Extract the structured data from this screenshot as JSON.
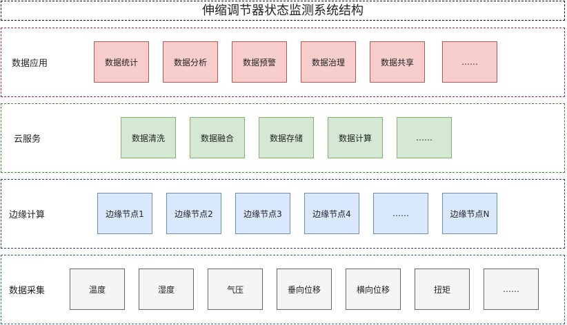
{
  "title": "伸缩调节器状态监测系统结构",
  "layers": [
    {
      "label": "数据应用",
      "items": [
        "数据统计",
        "数据分析",
        "数据预警",
        "数据治理",
        "数据共享",
        "……"
      ]
    },
    {
      "label": "云服务",
      "items": [
        "数据清洗",
        "数据融合",
        "数据存储",
        "数据计算",
        "……"
      ]
    },
    {
      "label": "边缘计算",
      "items": [
        "边缘节点1",
        "边缘节点2",
        "边缘节点3",
        "边缘节点4",
        "……",
        "边缘节点N"
      ]
    },
    {
      "label": "数据采集",
      "items": [
        "温度",
        "湿度",
        "气压",
        "垂向位移",
        "横向位移",
        "扭矩",
        "……"
      ]
    }
  ],
  "colors": {
    "app_fill": "#f8cecc",
    "app_stroke": "#b85450",
    "cloud_fill": "#d5e8d4",
    "cloud_stroke": "#82b366",
    "edge_fill": "#dae8fc",
    "edge_stroke": "#6c8ebf",
    "collect_fill": "#f5f5f5",
    "collect_stroke": "#666666"
  }
}
